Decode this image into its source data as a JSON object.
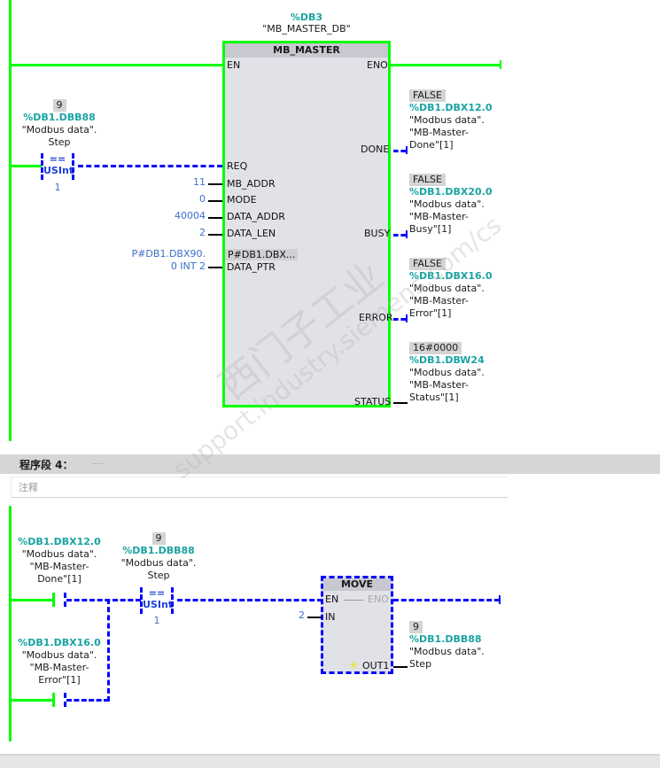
{
  "network3": {
    "instance_db": {
      "address": "%DB3",
      "symbol": "\"MB_MASTER_DB\""
    },
    "block": {
      "title": "MB_MASTER",
      "inputs": [
        {
          "pin": "EN"
        },
        {
          "pin": "REQ"
        },
        {
          "pin": "MB_ADDR",
          "value": "11"
        },
        {
          "pin": "MODE",
          "value": "0"
        },
        {
          "pin": "DATA_ADDR",
          "value": "40004"
        },
        {
          "pin": "DATA_LEN",
          "value": "2"
        },
        {
          "pin": "DATA_PTR",
          "value_line1": "P#DB1.DBX90.",
          "value_line2": "0 INT 2",
          "monitor": "P#DB1.DBX..."
        }
      ],
      "outputs": [
        {
          "pin": "ENO"
        },
        {
          "pin": "DONE",
          "monitor": "FALSE",
          "address": "%DB1.DBX12.0",
          "sym1": "\"Modbus data\".",
          "sym2": "\"MB-Master-",
          "sym3": "Done\"[1]"
        },
        {
          "pin": "BUSY",
          "monitor": "FALSE",
          "address": "%DB1.DBX20.0",
          "sym1": "\"Modbus data\".",
          "sym2": "\"MB-Master-",
          "sym3": "Busy\"[1]"
        },
        {
          "pin": "ERROR",
          "monitor": "FALSE",
          "address": "%DB1.DBX16.0",
          "sym1": "\"Modbus data\".",
          "sym2": "\"MB-Master-",
          "sym3": "Error\"[1]"
        },
        {
          "pin": "STATUS",
          "monitor": "16#0000",
          "address": "%DB1.DBW24",
          "sym1": "\"Modbus data\".",
          "sym2": "\"MB-Master-",
          "sym3": "Status\"[1]"
        }
      ]
    },
    "compare": {
      "monitor": "9",
      "address": "%DB1.DBB88",
      "sym1": "\"Modbus data\".",
      "sym2": "Step",
      "op": "==",
      "type": "USInt",
      "operand": "1"
    }
  },
  "network4": {
    "header": {
      "label": "程序段 4：",
      "title": "....."
    },
    "comment": "注释",
    "contact_done": {
      "address": "%DB1.DBX12.0",
      "sym1": "\"Modbus data\".",
      "sym2": "\"MB-Master-",
      "sym3": "Done\"[1]"
    },
    "contact_error": {
      "address": "%DB1.DBX16.0",
      "sym1": "\"Modbus data\".",
      "sym2": "\"MB-Master-",
      "sym3": "Error\"[1]"
    },
    "compare": {
      "monitor": "9",
      "address": "%DB1.DBB88",
      "sym1": "\"Modbus data\".",
      "sym2": "Step",
      "op": "==",
      "type": "USInt",
      "operand": "1"
    },
    "move": {
      "title": "MOVE",
      "en": "EN",
      "eno": "ENO",
      "in_pin": "IN",
      "in_value": "2",
      "out_pin": "OUT1",
      "out_monitor": "9",
      "out_address": "%DB1.DBB88",
      "out_sym1": "\"Modbus data\".",
      "out_sym2": "Step"
    }
  },
  "watermark": {
    "line1": "西门子工业",
    "line2": "support.industry.siemens.com/cs"
  },
  "colors": {
    "powered": "#00ff00",
    "unpowered": "#0000ff",
    "address": "#1aa3a3",
    "constant": "#3d6fc9"
  }
}
